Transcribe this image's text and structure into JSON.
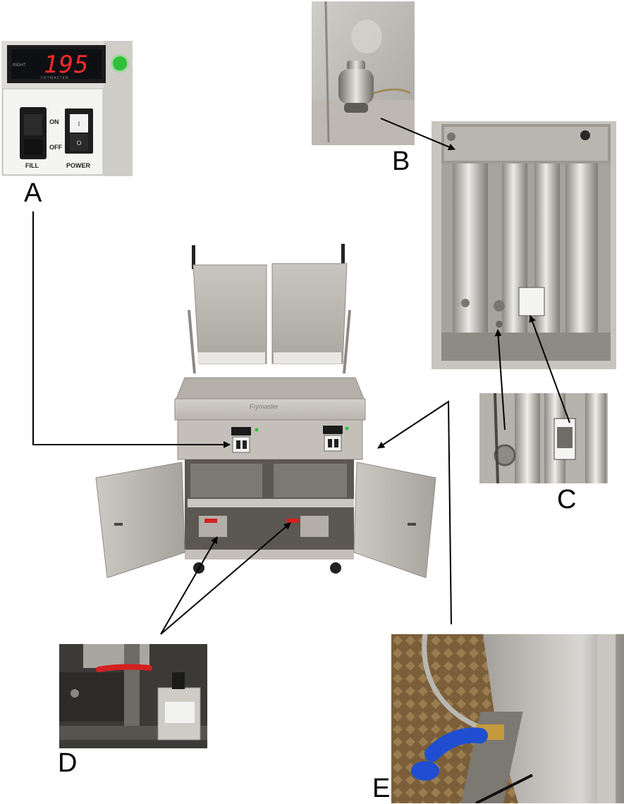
{
  "callouts": {
    "a": "A",
    "b": "B",
    "c": "C",
    "d": "D",
    "e": "E"
  },
  "controller": {
    "display_value": "195",
    "display_left_label": "RIGHT",
    "display_footer": "FRYMASTER",
    "fill_on_label": "ON",
    "fill_off_label": "OFF",
    "fill_label": "FILL",
    "power_label": "POWER"
  },
  "fryer": {
    "brand_plate": "Frymaster"
  },
  "colors": {
    "stainless": "#c9c6c0",
    "stainless_dark": "#8f8b85",
    "display_red": "#ff2a2a",
    "power_led": "#2fbf3a",
    "gas_valve_handle": "#d42020",
    "water_fitting_blue": "#1f4fd0",
    "leader_line": "#000000"
  },
  "icons": {
    "panel_a": "controller-panel-photo",
    "panel_b": "float-switch-photo",
    "panel_c": "burner-tube-photo",
    "panel_d": "gas-valve-photo",
    "panel_e": "water-fitting-photo",
    "main": "fryer-photo"
  }
}
